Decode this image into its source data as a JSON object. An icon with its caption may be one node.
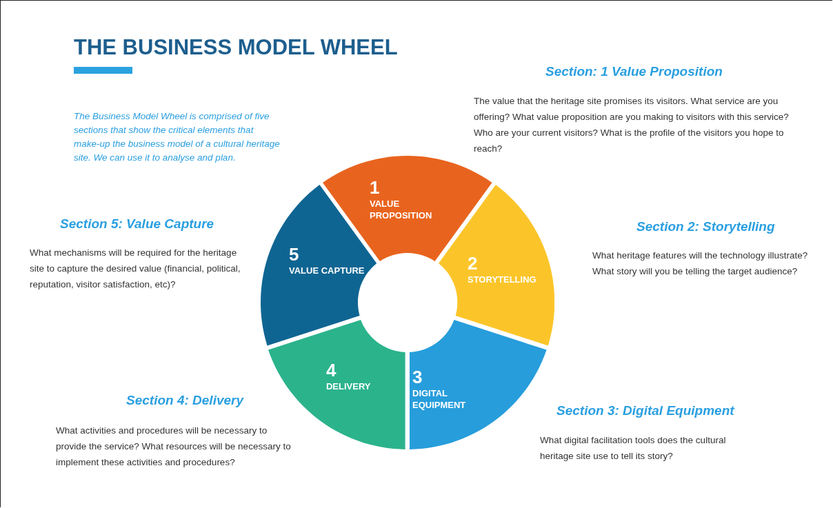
{
  "diagram": {
    "title": "THE BUSINESS MODEL WHEEL",
    "nodes": [
      {
        "text": [
          "1",
          "VALUE PROPOSITION"
        ]
      },
      {
        "text": [
          "2",
          "STORYTELLING"
        ]
      },
      {
        "text": [
          "3",
          "DIGITAL EQUIPMENT"
        ]
      },
      {
        "text": [
          "4",
          "DELIVERY"
        ]
      },
      {
        "text": [
          "5",
          "VALUE CAPTURE"
        ]
      }
    ],
    "edges": [],
    "labels": [
      "Section: 1 Value Proposition",
      "The value that the heritage site promises its visitors. What service are you offering? What value proposition are you making to visitors with this service? Who are your current visitors? What is the profile of the visitors you hope to reach?",
      "The Business Model Wheel is comprised of five sections that show the critical elements that make-up the business model of a cultural heritage site. We can use it to analyse and plan.",
      "Section 5: Value Capture",
      "What mechanisms will be required for the heritage site to capture the desired value (financial, political, reputation, visitor satisfaction, etc)?",
      "Section 2: Storytelling",
      "What heritage features will the technology illustrate? What story will you be telling the target audience?",
      "Section 4: Delivery",
      "What activities and procedures will be necessary to provide the service? What resources will be necessary to implement these activities and procedures?",
      "Section 3: Digital Equipment",
      "What digital facilitation tools does the cultural heritage site use to tell its story?"
    ]
  }
}
